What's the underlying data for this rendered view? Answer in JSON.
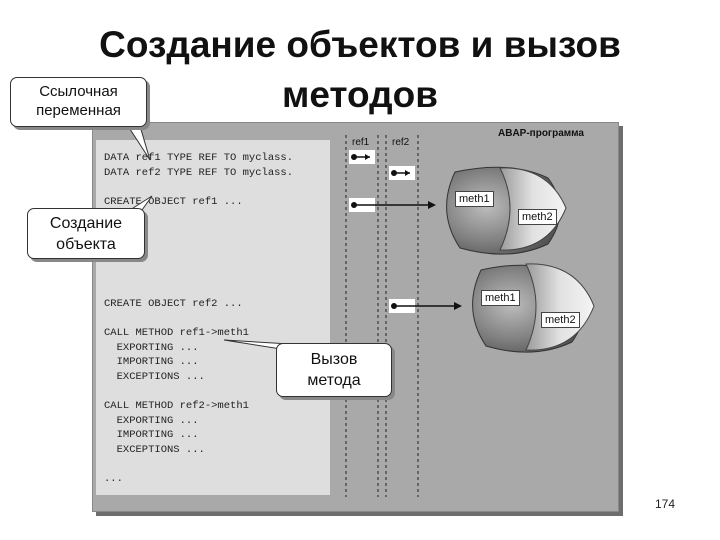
{
  "slide": {
    "title_line1": "Создание объектов и вызов",
    "title_line2": "методов",
    "page_number": "174"
  },
  "callouts": {
    "ref_var": [
      "Ссылочная",
      "переменная"
    ],
    "create_obj": [
      "Создание",
      "объекта"
    ],
    "call_method": [
      "Вызов",
      "метода"
    ]
  },
  "program": {
    "label": "ABAP-программа",
    "ref_headers": [
      "ref1",
      "ref2"
    ],
    "code_lines": [
      "DATA ref1 TYPE REF TO myclass.",
      "DATA ref2 TYPE REF TO myclass.",
      "CREATE OBJECT ref1 ...",
      "CREATE OBJECT ref2 ...",
      "CALL METHOD ref1->meth1",
      "  EXPORTING ...",
      "  IMPORTING ...",
      "  EXCEPTIONS ...",
      "CALL METHOD ref2->meth1",
      "  EXPORTING ...",
      "  IMPORTING ...",
      "  EXCEPTIONS ...",
      "..."
    ]
  },
  "objects": [
    {
      "method_a": "meth1",
      "method_b": "meth2"
    },
    {
      "method_a": "meth1",
      "method_b": "meth2"
    }
  ]
}
